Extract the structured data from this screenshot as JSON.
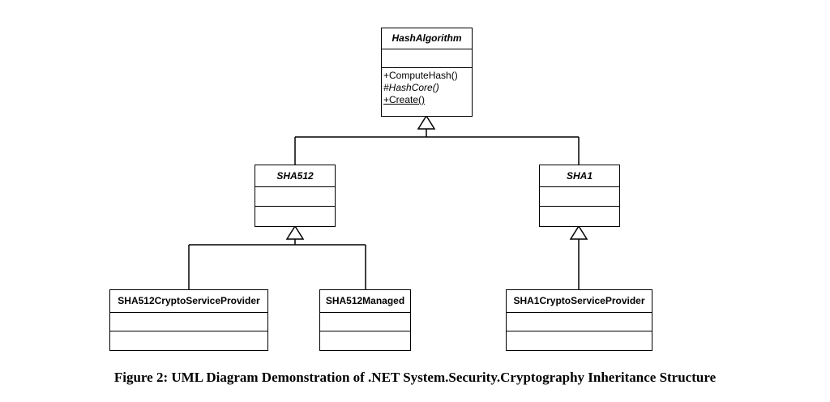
{
  "diagram": {
    "hash_algorithm": {
      "name": "HashAlgorithm",
      "operations": [
        "+ComputeHash()",
        "#HashCore()",
        "+Create()"
      ]
    },
    "sha512": {
      "name": "SHA512"
    },
    "sha1": {
      "name": "SHA1"
    },
    "sha512_csp": {
      "name": "SHA512CryptoServiceProvider"
    },
    "sha512_managed": {
      "name": "SHA512Managed"
    },
    "sha1_csp": {
      "name": "SHA1CryptoServiceProvider"
    }
  },
  "caption": "Figure 2: UML Diagram Demonstration of .NET System.Security.Cryptography Inheritance Structure"
}
